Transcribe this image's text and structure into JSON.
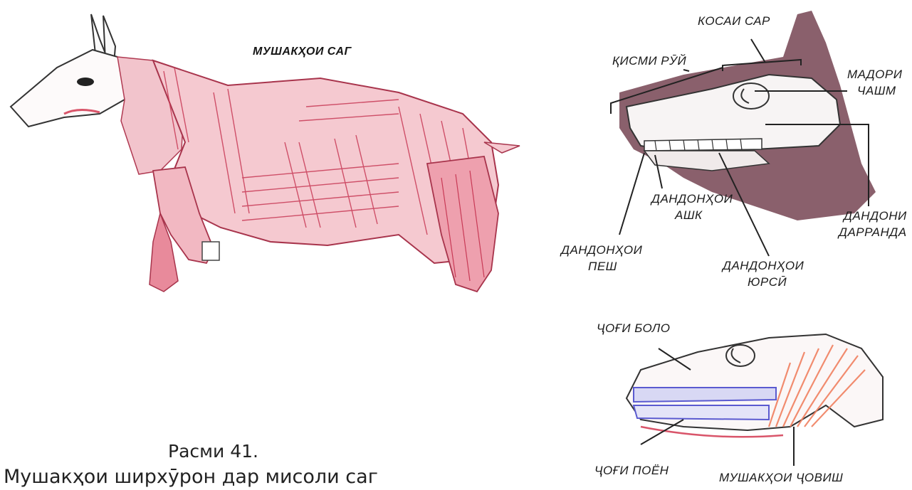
{
  "diagram": {
    "title": "МУШАКҲОИ САГ",
    "caption_line1": "Расми 41.",
    "caption_line2": "Мушакҳои ширхӯрон дар мисоли саг",
    "skull_labels": {
      "kosai_sar": "КОСАИ САР",
      "qismi_ruy": "ҚИСМИ РӮЙ",
      "madori_chashm_1": "МАДОРИ",
      "madori_chashm_2": "ЧАШМ",
      "dandonhoi_ashk_1": "ДАНДОНҲОИ",
      "dandonhoi_ashk_2": "АШК",
      "dandoni_darranda_1": "ДАНДОНИ",
      "dandoni_darranda_2": "ДАРРАНДА",
      "dandonhoi_pesh_1": "ДАНДОНҲОИ",
      "dandonhoi_pesh_2": "ПЕШ",
      "dandonhoi_yursi_1": "ДАНДОНҲОИ",
      "dandonhoi_yursi_2": "ЮРСӢ"
    },
    "jaw_labels": {
      "jogi_bolo": "ҶОҒИ БОЛО",
      "jogi_poen": "ҶОҒИ ПОЁН",
      "mushakhoi_jovish": "МУШАКҲОИ ҶОВИШ"
    },
    "colors": {
      "muscle": "#d9556a",
      "muscle_light": "#f2c4cc",
      "skin_shadow": "#7a4a58",
      "tooth_blue": "#5a5ad0",
      "jaw_muscle": "#f08060"
    }
  }
}
